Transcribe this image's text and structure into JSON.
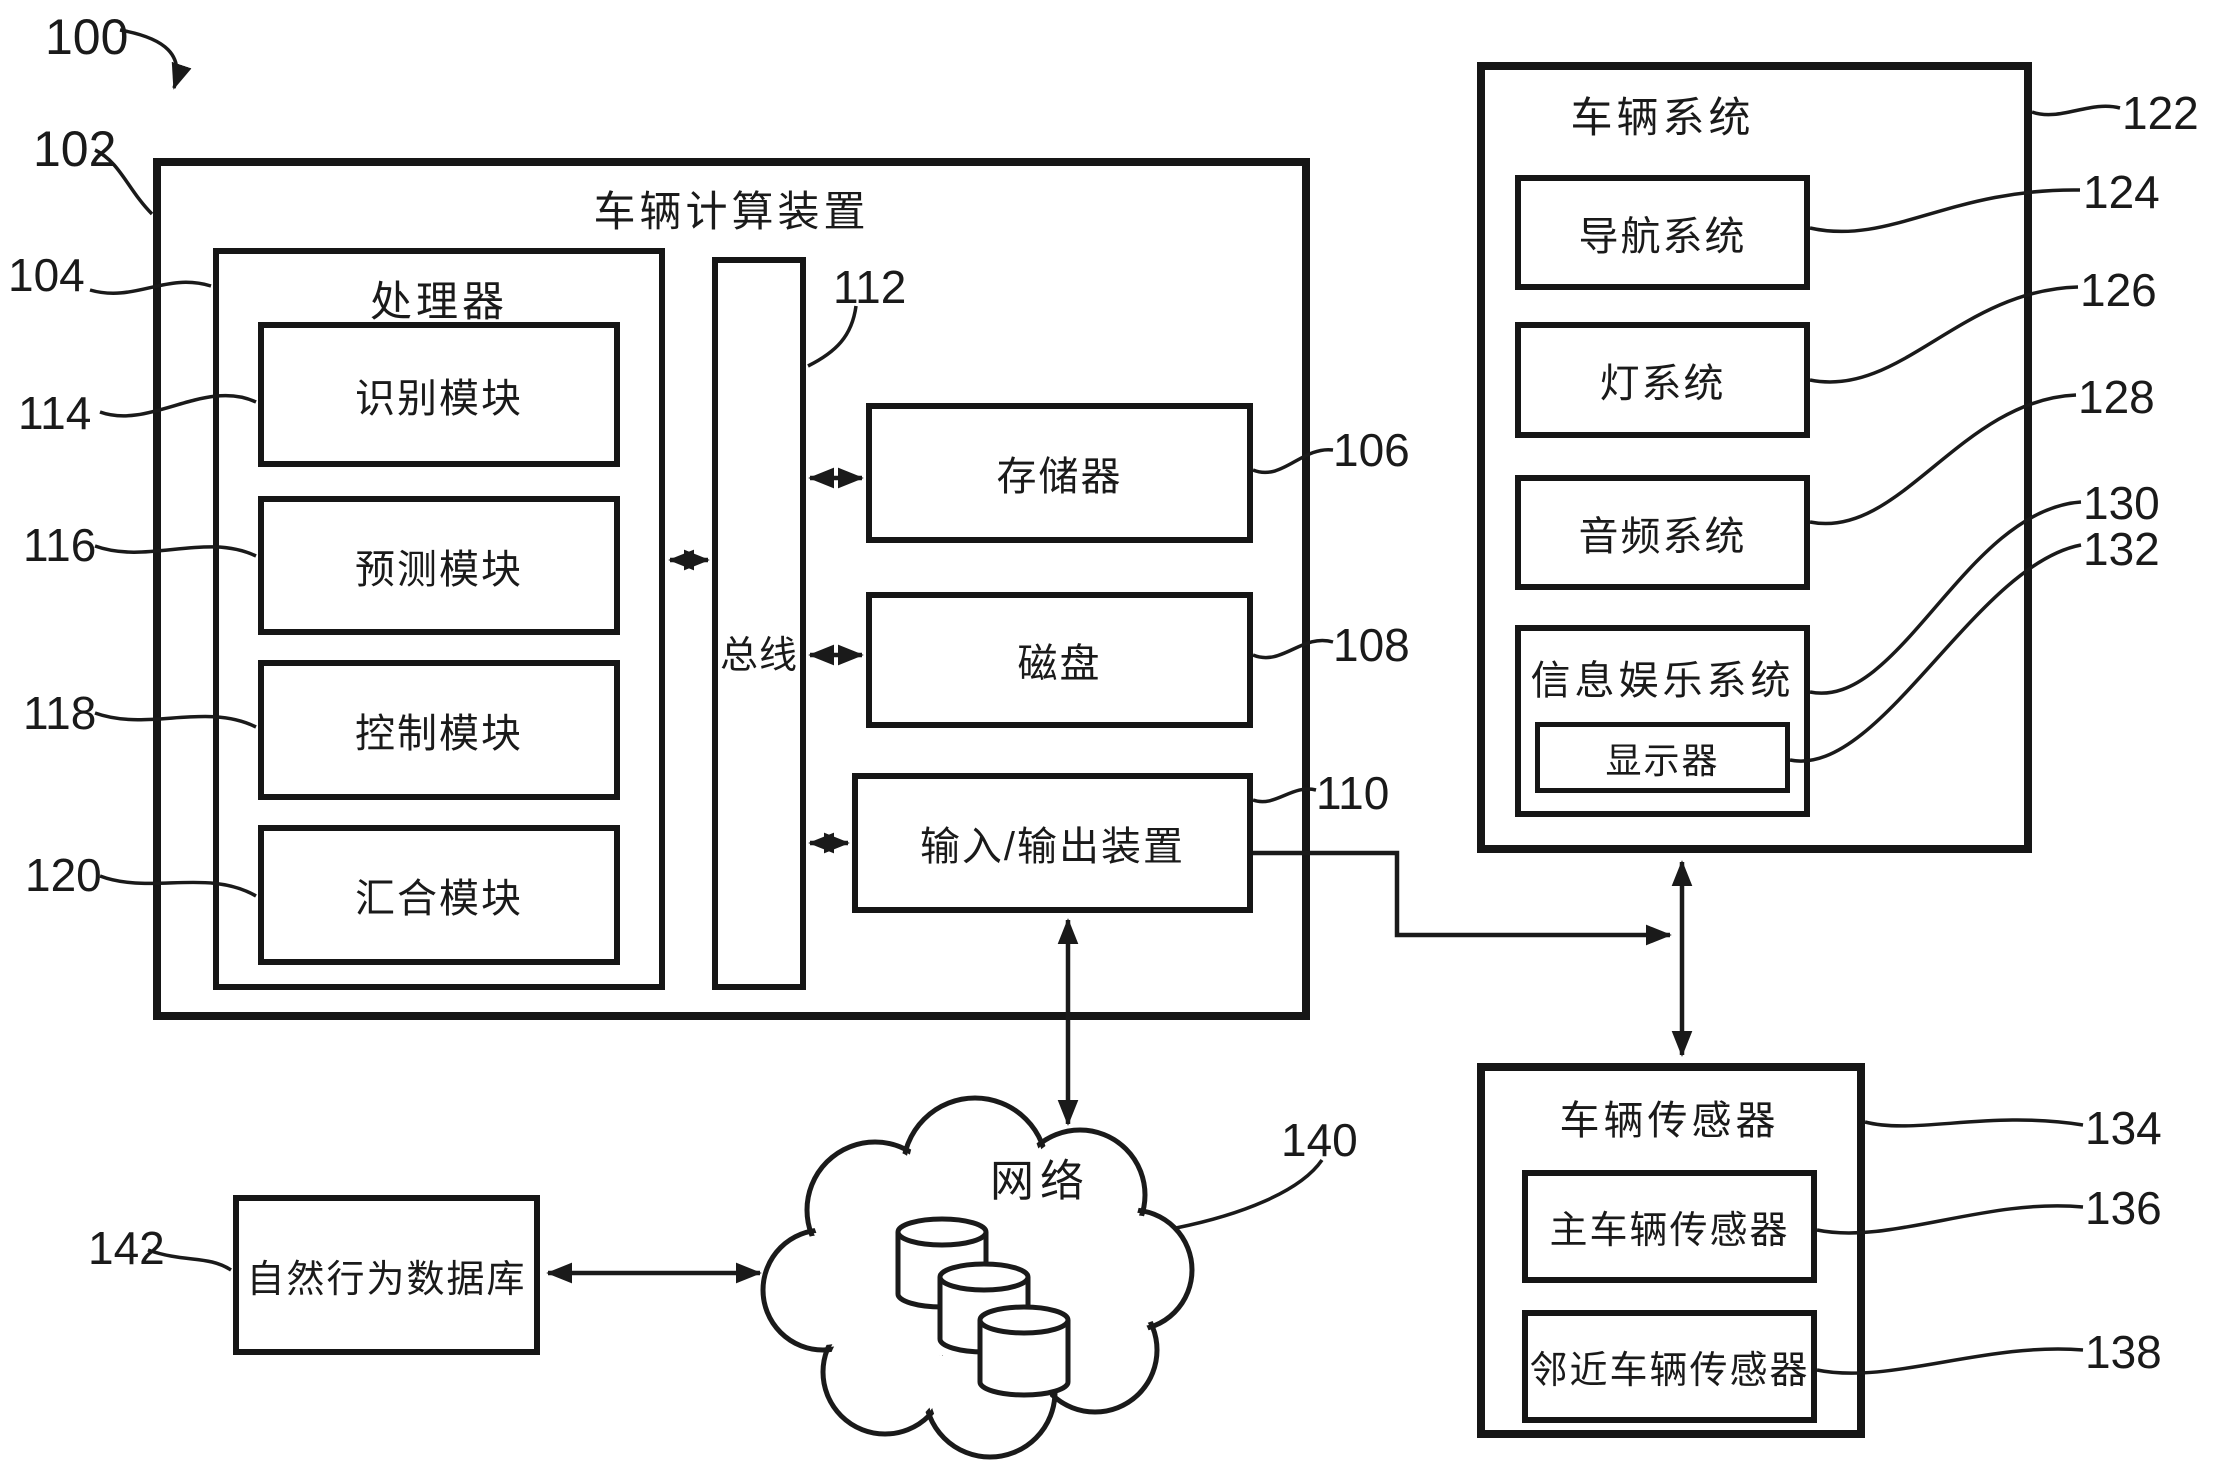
{
  "figure": {
    "pointer_ref": "100",
    "computing_device": {
      "ref": "102",
      "title": "车辆计算装置"
    },
    "processor": {
      "ref": "104",
      "title": "处理器",
      "modules": [
        {
          "ref": "114",
          "label": "识别模块"
        },
        {
          "ref": "116",
          "label": "预测模块"
        },
        {
          "ref": "118",
          "label": "控制模块"
        },
        {
          "ref": "120",
          "label": "汇合模块"
        }
      ]
    },
    "bus": {
      "ref": "112",
      "label": "总线"
    },
    "memory": {
      "ref": "106",
      "label": "存储器"
    },
    "disk": {
      "ref": "108",
      "label": "磁盘"
    },
    "io_device": {
      "ref": "110",
      "label": "输入/输出装置"
    },
    "vehicle_system": {
      "ref": "122",
      "title": "车辆系统",
      "subsystems": [
        {
          "ref": "124",
          "label": "导航系统"
        },
        {
          "ref": "126",
          "label": "灯系统"
        },
        {
          "ref": "128",
          "label": "音频系统"
        }
      ],
      "infotainment": {
        "ref": "130",
        "label": "信息娱乐系统",
        "display": {
          "ref": "132",
          "label": "显示器"
        }
      }
    },
    "vehicle_sensors": {
      "ref": "134",
      "title": "车辆传感器",
      "items": [
        {
          "ref": "136",
          "label": "主车辆传感器"
        },
        {
          "ref": "138",
          "label": "邻近车辆传感器"
        }
      ]
    },
    "network": {
      "ref": "140",
      "label": "网络"
    },
    "database": {
      "ref": "142",
      "label": "自然行为数据库"
    }
  },
  "colors": {
    "line": "#1a1a1a",
    "background": "#ffffff"
  }
}
